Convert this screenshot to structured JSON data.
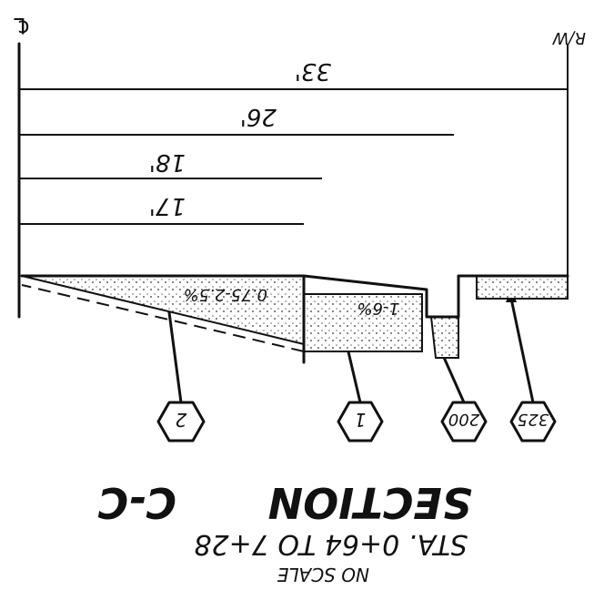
{
  "title": {
    "section": "SECTION",
    "id": "C-C"
  },
  "subtitle": "STA. 0+64 TO 7+28",
  "scale_note": "NO SCALE",
  "callouts": [
    "2",
    "1",
    "200",
    "325"
  ],
  "slopes": {
    "left": "0.75-2.5%",
    "right": "1-6%"
  },
  "dimensions": [
    "17'",
    "18'",
    "26'",
    "33'"
  ],
  "labels": {
    "centerline": "℄",
    "row": "R/W"
  }
}
